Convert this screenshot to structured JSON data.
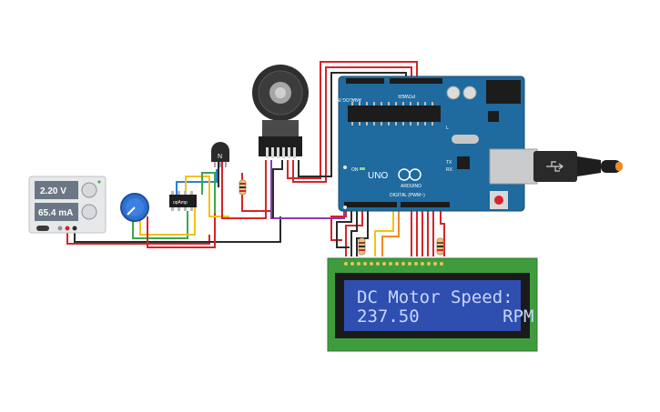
{
  "power_supply": {
    "voltage": "2.20 V",
    "current": "65.4 mA"
  },
  "opamp": {
    "label": "opAmp"
  },
  "transistor": {
    "label": "N"
  },
  "arduino": {
    "brand": "ARDUINO",
    "model": "UNO",
    "labels": {
      "analog_in": "ANALOG IN",
      "power": "POWER",
      "digital": "DIGITAL (PWM~)",
      "tx": "TX",
      "rx": "RX",
      "l": "L",
      "on": "ON"
    }
  },
  "lcd": {
    "line1": "DC Motor Speed:",
    "line2": "237.50        RPM"
  },
  "colors": {
    "arduino_board": "#1f6a9e",
    "lcd_board": "#3f9c3c",
    "lcd_screen": "#2f4fb0",
    "wire_red": "#d6242a",
    "wire_black": "#2b2b2b",
    "wire_yellow": "#f1c40f",
    "wire_green": "#3aa84a",
    "wire_blue": "#2f7fd3",
    "wire_purple": "#8a3bb5",
    "wire_orange": "#f08a24"
  }
}
